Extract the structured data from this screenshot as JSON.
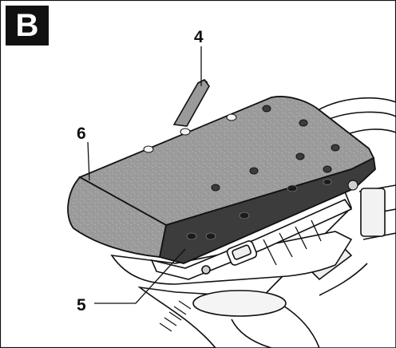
{
  "figure": {
    "badge": "B",
    "callouts": {
      "clip_lever": "4",
      "sanding_sheet_edge": "5",
      "sanding_sheet": "6"
    }
  },
  "colors": {
    "sheet_gray": "#9a9a9a",
    "plate_dark": "#3c3c3c",
    "outline": "#111111",
    "badge_bg": "#111111"
  }
}
